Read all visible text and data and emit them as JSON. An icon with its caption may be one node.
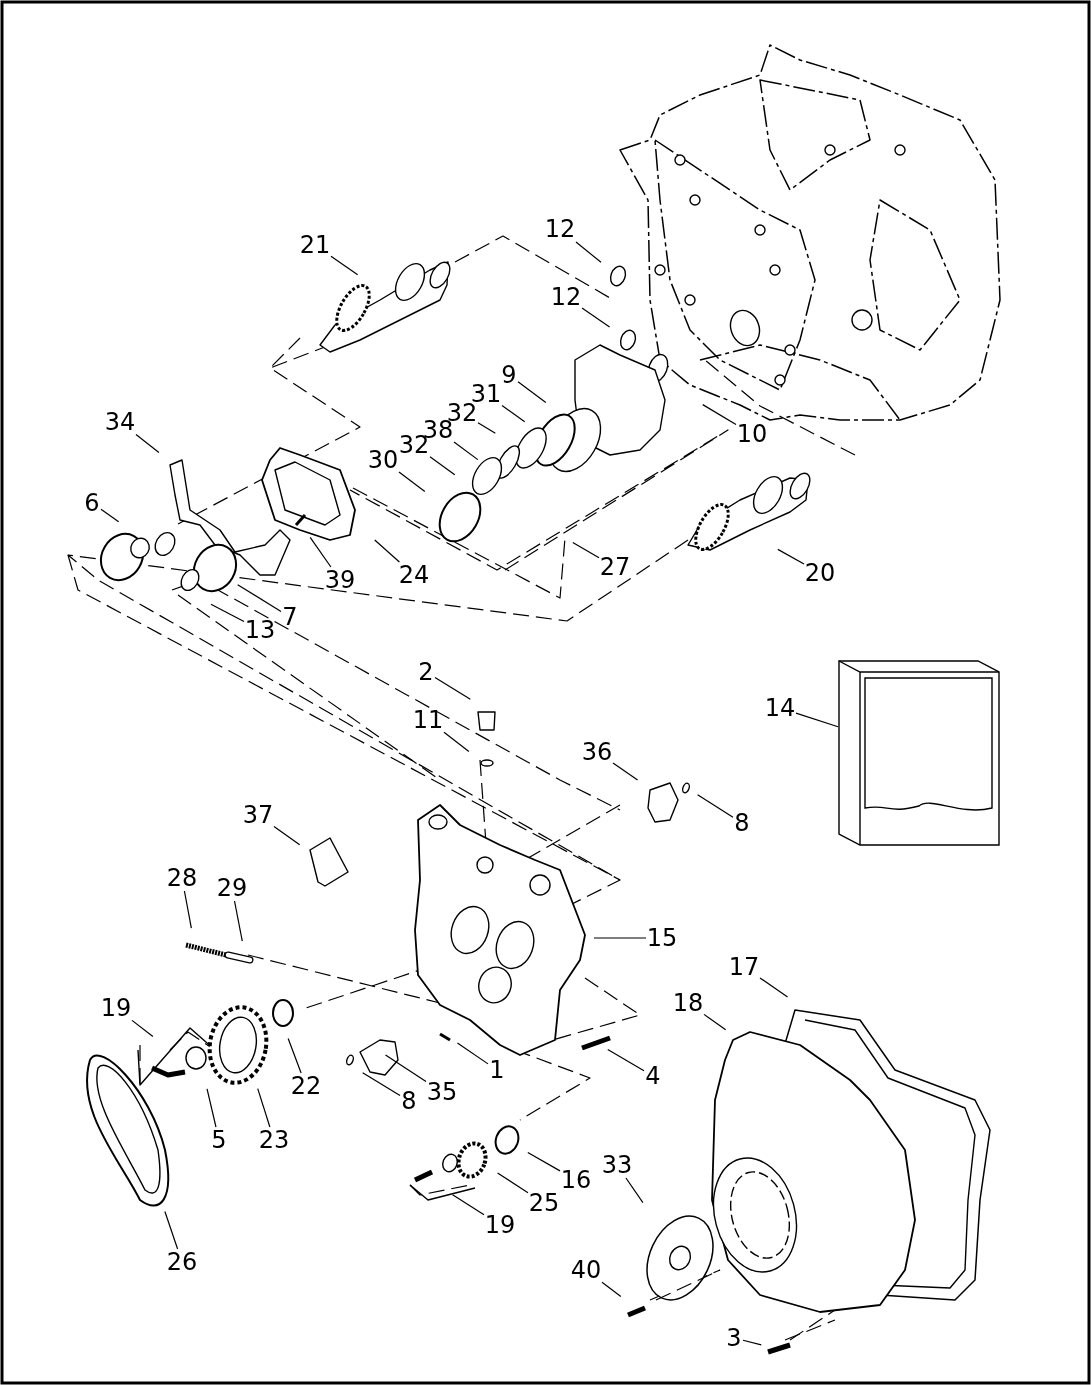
{
  "diagram": {
    "nodes": [
      {
        "text": [
          "21"
        ]
      },
      {
        "text": [
          "12"
        ]
      },
      {
        "text": [
          "12"
        ]
      },
      {
        "text": [
          "9"
        ]
      },
      {
        "text": [
          "31"
        ]
      },
      {
        "text": [
          "32"
        ]
      },
      {
        "text": [
          "38"
        ]
      },
      {
        "text": [
          "32"
        ]
      },
      {
        "text": [
          "30"
        ]
      },
      {
        "text": [
          "34"
        ]
      },
      {
        "text": [
          "6"
        ]
      },
      {
        "text": [
          "39"
        ]
      },
      {
        "text": [
          "24"
        ]
      },
      {
        "text": [
          "13"
        ]
      },
      {
        "text": [
          "7"
        ]
      },
      {
        "text": [
          "27"
        ]
      },
      {
        "text": [
          "10"
        ]
      },
      {
        "text": [
          "20"
        ]
      },
      {
        "text": [
          "14"
        ]
      },
      {
        "text": [],
        "shape": "box"
      },
      {
        "text": [
          "2"
        ]
      },
      {
        "text": [
          "11"
        ]
      },
      {
        "text": [
          "36"
        ]
      },
      {
        "text": [
          "8"
        ]
      },
      {
        "text": [
          "37"
        ]
      },
      {
        "text": [
          "15"
        ]
      },
      {
        "text": [
          "28"
        ]
      },
      {
        "text": [
          "29"
        ]
      },
      {
        "text": [
          "19"
        ]
      },
      {
        "text": [
          "22"
        ]
      },
      {
        "text": [
          "35"
        ]
      },
      {
        "text": [
          "8"
        ]
      },
      {
        "text": [
          "1"
        ]
      },
      {
        "text": [
          "4"
        ]
      },
      {
        "text": [
          "5"
        ]
      },
      {
        "text": [
          "23"
        ]
      },
      {
        "text": [
          "16"
        ]
      },
      {
        "text": [
          "25"
        ]
      },
      {
        "text": [
          "19"
        ]
      },
      {
        "text": [
          "26"
        ]
      },
      {
        "text": [
          "33"
        ]
      },
      {
        "text": [
          "18"
        ]
      },
      {
        "text": [
          "17"
        ]
      },
      {
        "text": [
          "40"
        ]
      },
      {
        "text": [
          "3"
        ]
      }
    ],
    "edges": [
      {
        "from": 0,
        "to": null,
        "arrow": "none"
      },
      {
        "from": 1,
        "to": null,
        "arrow": "none"
      },
      {
        "from": 2,
        "to": null,
        "arrow": "none"
      },
      {
        "from": 3,
        "to": null,
        "arrow": "none"
      },
      {
        "from": 4,
        "to": null,
        "arrow": "none"
      },
      {
        "from": 5,
        "to": null,
        "arrow": "none"
      },
      {
        "from": 6,
        "to": null,
        "arrow": "none"
      },
      {
        "from": 7,
        "to": null,
        "arrow": "none"
      },
      {
        "from": 8,
        "to": null,
        "arrow": "none"
      },
      {
        "from": 9,
        "to": null,
        "arrow": "none"
      },
      {
        "from": 10,
        "to": null,
        "arrow": "none"
      },
      {
        "from": 11,
        "to": null,
        "arrow": "none"
      },
      {
        "from": 12,
        "to": null,
        "arrow": "none"
      },
      {
        "from": 13,
        "to": null,
        "arrow": "none"
      },
      {
        "from": 14,
        "to": null,
        "arrow": "none"
      },
      {
        "from": 15,
        "to": null,
        "arrow": "none"
      },
      {
        "from": 16,
        "to": null,
        "arrow": "none"
      },
      {
        "from": 17,
        "to": null,
        "arrow": "none"
      },
      {
        "from": 18,
        "to": 19,
        "arrow": "none"
      },
      {
        "from": 20,
        "to": null,
        "arrow": "none"
      },
      {
        "from": 21,
        "to": null,
        "arrow": "none"
      },
      {
        "from": 22,
        "to": null,
        "arrow": "none"
      },
      {
        "from": 23,
        "to": null,
        "arrow": "none"
      },
      {
        "from": 24,
        "to": null,
        "arrow": "none"
      },
      {
        "from": 25,
        "to": null,
        "arrow": "none"
      },
      {
        "from": 26,
        "to": null,
        "arrow": "none"
      },
      {
        "from": 27,
        "to": null,
        "arrow": "none"
      },
      {
        "from": 28,
        "to": null,
        "arrow": "none"
      },
      {
        "from": 29,
        "to": null,
        "arrow": "none"
      },
      {
        "from": 30,
        "to": null,
        "arrow": "none"
      },
      {
        "from": 31,
        "to": null,
        "arrow": "none"
      },
      {
        "from": 32,
        "to": null,
        "arrow": "none"
      },
      {
        "from": 33,
        "to": null,
        "arrow": "none"
      },
      {
        "from": 34,
        "to": null,
        "arrow": "none"
      },
      {
        "from": 35,
        "to": null,
        "arrow": "none"
      },
      {
        "from": 36,
        "to": null,
        "arrow": "none"
      },
      {
        "from": 37,
        "to": null,
        "arrow": "none"
      },
      {
        "from": 38,
        "to": null,
        "arrow": "none"
      },
      {
        "from": 39,
        "to": null,
        "arrow": "none"
      },
      {
        "from": 40,
        "to": null,
        "arrow": "none"
      },
      {
        "from": 41,
        "to": null,
        "arrow": "none"
      },
      {
        "from": 42,
        "to": null,
        "arrow": "none"
      },
      {
        "from": 43,
        "to": null,
        "arrow": "none"
      },
      {
        "from": 44,
        "to": null,
        "arrow": "none"
      }
    ]
  }
}
